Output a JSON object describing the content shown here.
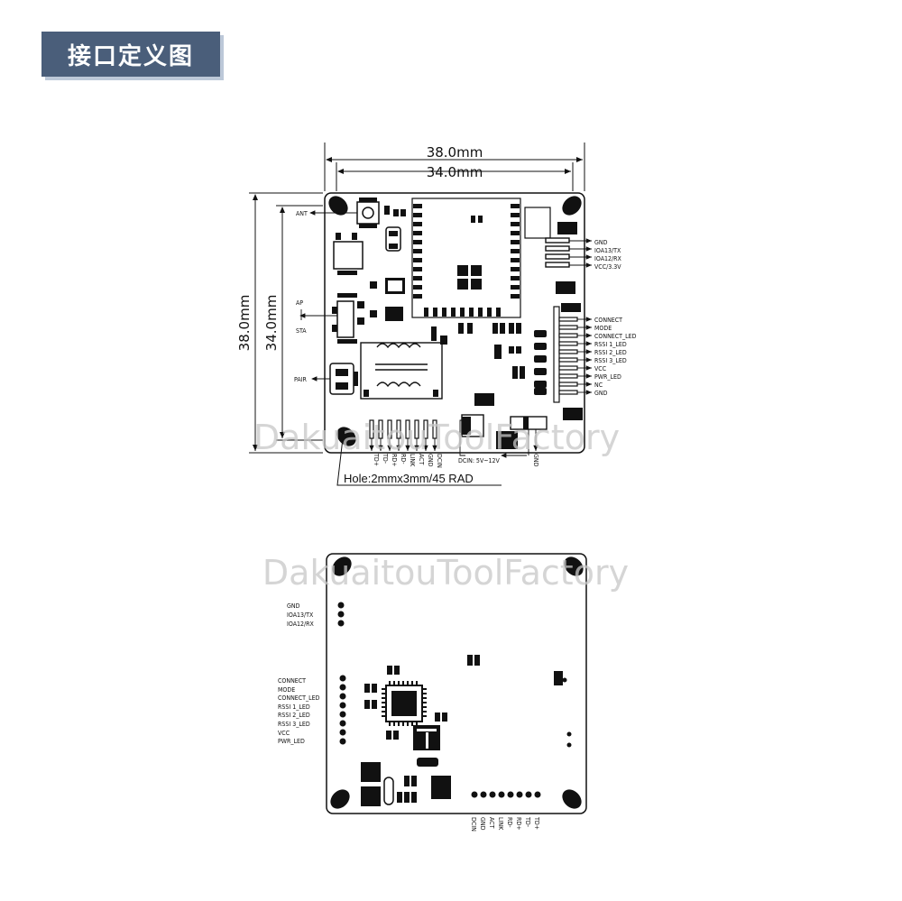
{
  "title": "接口定义图",
  "dimensions": {
    "outer_width": "38.0mm",
    "inner_width": "34.0mm",
    "outer_height": "38.0mm",
    "inner_height": "34.0mm",
    "hole_note": "Hole:2mmx3mm/45 RAD"
  },
  "front": {
    "left_labels": {
      "ant": "ANT",
      "ap": "AP",
      "sta": "STA",
      "pair": "PAIR"
    },
    "uart_pins": [
      "GND",
      "IOA13/TX",
      "IOA12/RX",
      "VCC/3.3V"
    ],
    "led_pins": [
      "CONNECT",
      "MODE",
      "CONNECT_LED",
      "RSSI 1_LED",
      "RSSI 2_LED",
      "RSSI 3_LED",
      "VCC",
      "PWR_LED",
      "NC",
      "GND"
    ],
    "bottom_pins": [
      "TD+",
      "TD-",
      "RD+",
      "RD-",
      "LINK",
      "ACT",
      "GND",
      "DCIN"
    ],
    "dcin_label": "DCIN: 5V~12V",
    "gnd_label": "GND"
  },
  "back": {
    "uart_pins": [
      "GND",
      "IOA13/TX",
      "IOA12/RX"
    ],
    "led_pins": [
      "CONNECT",
      "MODE",
      "CONNECT_LED",
      "RSSI 1_LED",
      "RSSI 2_LED",
      "RSSI 3_LED",
      "VCC",
      "PWR_LED"
    ],
    "bottom_pins": [
      "DCIN",
      "GND",
      "ACT",
      "LINK",
      "RD-",
      "RD+",
      "TD-",
      "TD+"
    ]
  },
  "watermark": "DakuaitouToolFactory"
}
